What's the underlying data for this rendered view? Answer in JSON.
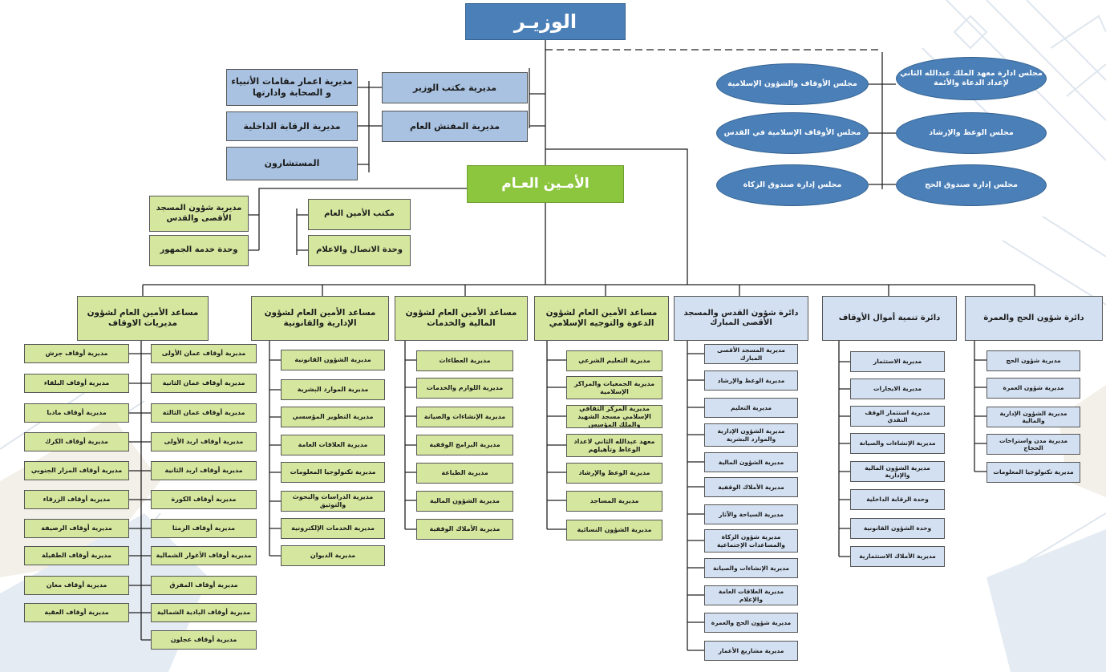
{
  "minister": "الوزيـر",
  "secretary_general": "الأمـين العـام",
  "minister_offices_right": [
    "مديرية مكتب الوزير",
    "مديرية المفتش العام"
  ],
  "minister_offices_left": [
    "مديرية اعمار مقامات الأنبياء و الصحابة وادارتها",
    "مديرية الرقابة الداخلية",
    "المستشارون"
  ],
  "councils": [
    "مجلس الأوقاف والشؤون الإسلامية",
    "مجلس الأوقاف الإسلامية في القدس",
    "مجلس إدارة صندوق الزكاة",
    "مجلس ادارة معهد الملك عبدالله الثاني لإعداد الدعاة والأئمة",
    "مجلس الوعظ والإرشاد",
    "مجلس إدارة صندوق الحج"
  ],
  "sg_offices_right": [
    "مكتب الأمين العام",
    "وحدة الاتصال والاعلام"
  ],
  "sg_offices_left": [
    "مديرية شؤون المسجد الأقصى والقدس",
    "وحدة خدمة الجمهور"
  ],
  "columns": [
    {
      "title": "دائرة شؤون الحج والعمرة",
      "items": [
        "مديرية شؤون الحج",
        "مديرية شؤون العمرة",
        "مديرية الشؤون الإدارية والمالية",
        "مديرية مدن واستراحات الحجاج",
        "مديرية تكنولوجيا المعلومات"
      ]
    },
    {
      "title": "دائرة تنمية أموال الأوقاف",
      "items": [
        "مديرية الاستثمار",
        "مديرية الايجارات",
        "مديرية استثمار الوقف النقدي",
        "مديرية الإنشاءات والصيانة",
        "مديرية الشؤون المالية والإدارية",
        "وحدة الرقابة الداخلية",
        "وحدة الشؤون القانونية",
        "مديرية الأملاك الاستثمارية"
      ]
    },
    {
      "title": "دائرة شؤون القدس والمسجد الأقصى المبارك",
      "items": [
        "مديرية المسجد الأقصى المبارك",
        "مديرية الوعظ والإرشاد",
        "مديرية التعليم",
        "مديرية الشؤون الإدارية والموارد البشرية",
        "مديرية الشؤون المالية",
        "مديرية الأملاك الوقفية",
        "مديرية السياحة والآثار",
        "مديرية شؤون الزكاة والمساعدات الإجتماعية",
        "مديرية الإنشاءات والصيانة",
        "مديرية العلاقات العامة والإعلام",
        "مديرية شؤون الحج والعمرة",
        "مديرية مشاريع الأعمار"
      ]
    },
    {
      "title": "مساعد الأمين العام لشؤون الدعوة والتوجيه الإسلامي",
      "items": [
        "مديرية التعليم الشرعي",
        "مديرية الجمعيات والمراكز الإسلامية",
        "مديرية المركز الثقافي الإسلامي مسجد الشهيد والملك المؤسس",
        "معهد عبدالله الثاني لاعداد الوعاظ وتأهيلهم",
        "مديرية الوعظ والإرشاد",
        "مديرية المساجد",
        "مديرية الشؤون النسائية"
      ]
    },
    {
      "title": "مساعد الأمين العام لشؤون المالية والخدمات",
      "items": [
        "مديرية العطاءات",
        "مديرية اللوازم والخدمات",
        "مديرية الإنشاءات والصيانة",
        "مديرية البرامج الوقفية",
        "مديرية الطباعة",
        "مديرية الشؤون المالية",
        "مديرية الأملاك الوقفية"
      ]
    },
    {
      "title": "مساعد الأمين العام لشؤون الإدارية والقانونية",
      "items": [
        "مديرية الشؤون القانونية",
        "مديرية الموارد البشرية",
        "مديرية التطوير المؤسسي",
        "مديرية العلاقات العامة",
        "مديرية تكنولوجيا المعلومات",
        "مديرية الدراسات والبحوث والتوثيق",
        "مديرية الخدمات الإلكترونية",
        "مديرية الديوان"
      ]
    },
    {
      "title": "مساعد الأمين العام لشؤون مديريات الاوقاف",
      "items_right": [
        "مديرية أوقاف عمان الأولى",
        "مديرية أوقاف عمان الثانية",
        "مديرية أوقاف عمان الثالثة",
        "مديرية أوقاف اربد الأولى",
        "مديرية أوقاف اربد الثانية",
        "مديرية أوقاف الكورة",
        "مديرية أوقاف الرمثا",
        "مديرية أوقاف الأغوار الشمالية",
        "مديرية أوقاف المفرق",
        "مديرية أوقاف البادية الشمالية",
        "مديرية أوقاف عجلون"
      ],
      "items_left": [
        "مديرية أوقاف جرش",
        "مديرية أوقاف البلقاء",
        "مديرية أوقاف مادبا",
        "مديرية أوقاف الكرك",
        "مديرية أوقاف المزار الجنوبي",
        "مديرية أوقاف الزرقاء",
        "مديرية أوقاف الرصيفة",
        "مديرية أوقاف الطفيلة",
        "مديرية أوقاف معان",
        "مديرية أوقاف العقبة"
      ]
    }
  ]
}
